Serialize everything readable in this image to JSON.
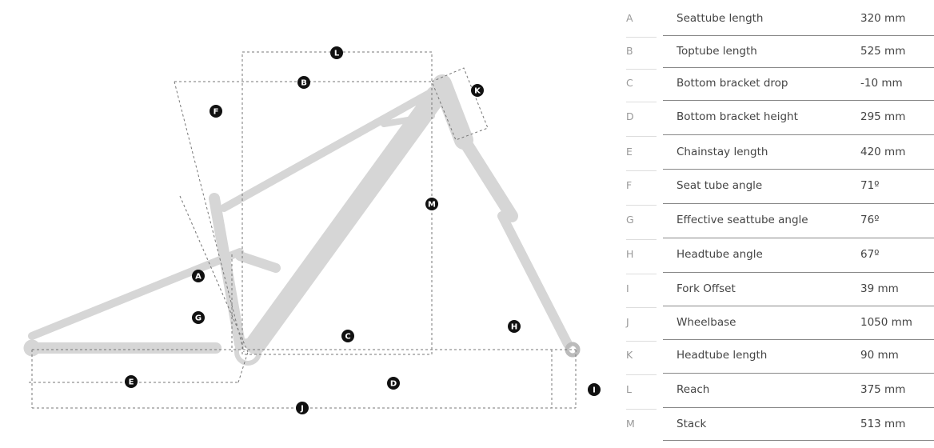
{
  "diagram_labels": [
    "A",
    "B",
    "C",
    "D",
    "E",
    "F",
    "G",
    "H",
    "I",
    "J",
    "K",
    "L",
    "M"
  ],
  "specs": [
    {
      "letter": "A",
      "name": "Seattube length",
      "value": "320 mm"
    },
    {
      "letter": "B",
      "name": "Toptube length",
      "value": "525 mm"
    },
    {
      "letter": "C",
      "name": "Bottom bracket drop",
      "value": "-10 mm"
    },
    {
      "letter": "D",
      "name": "Bottom bracket height",
      "value": "295 mm"
    },
    {
      "letter": "E",
      "name": "Chainstay length",
      "value": "420 mm"
    },
    {
      "letter": "F",
      "name": "Seat tube angle",
      "value": "71º"
    },
    {
      "letter": "G",
      "name": "Effective seattube angle",
      "value": "76º"
    },
    {
      "letter": "H",
      "name": "Headtube angle",
      "value": "67º"
    },
    {
      "letter": "I",
      "name": "Fork Offset",
      "value": "39 mm"
    },
    {
      "letter": "J",
      "name": "Wheelbase",
      "value": "1050 mm"
    },
    {
      "letter": "K",
      "name": "Headtube length",
      "value": "90 mm"
    },
    {
      "letter": "L",
      "name": "Reach",
      "value": "375 mm"
    },
    {
      "letter": "M",
      "name": "Stack",
      "value": "513 mm"
    }
  ]
}
